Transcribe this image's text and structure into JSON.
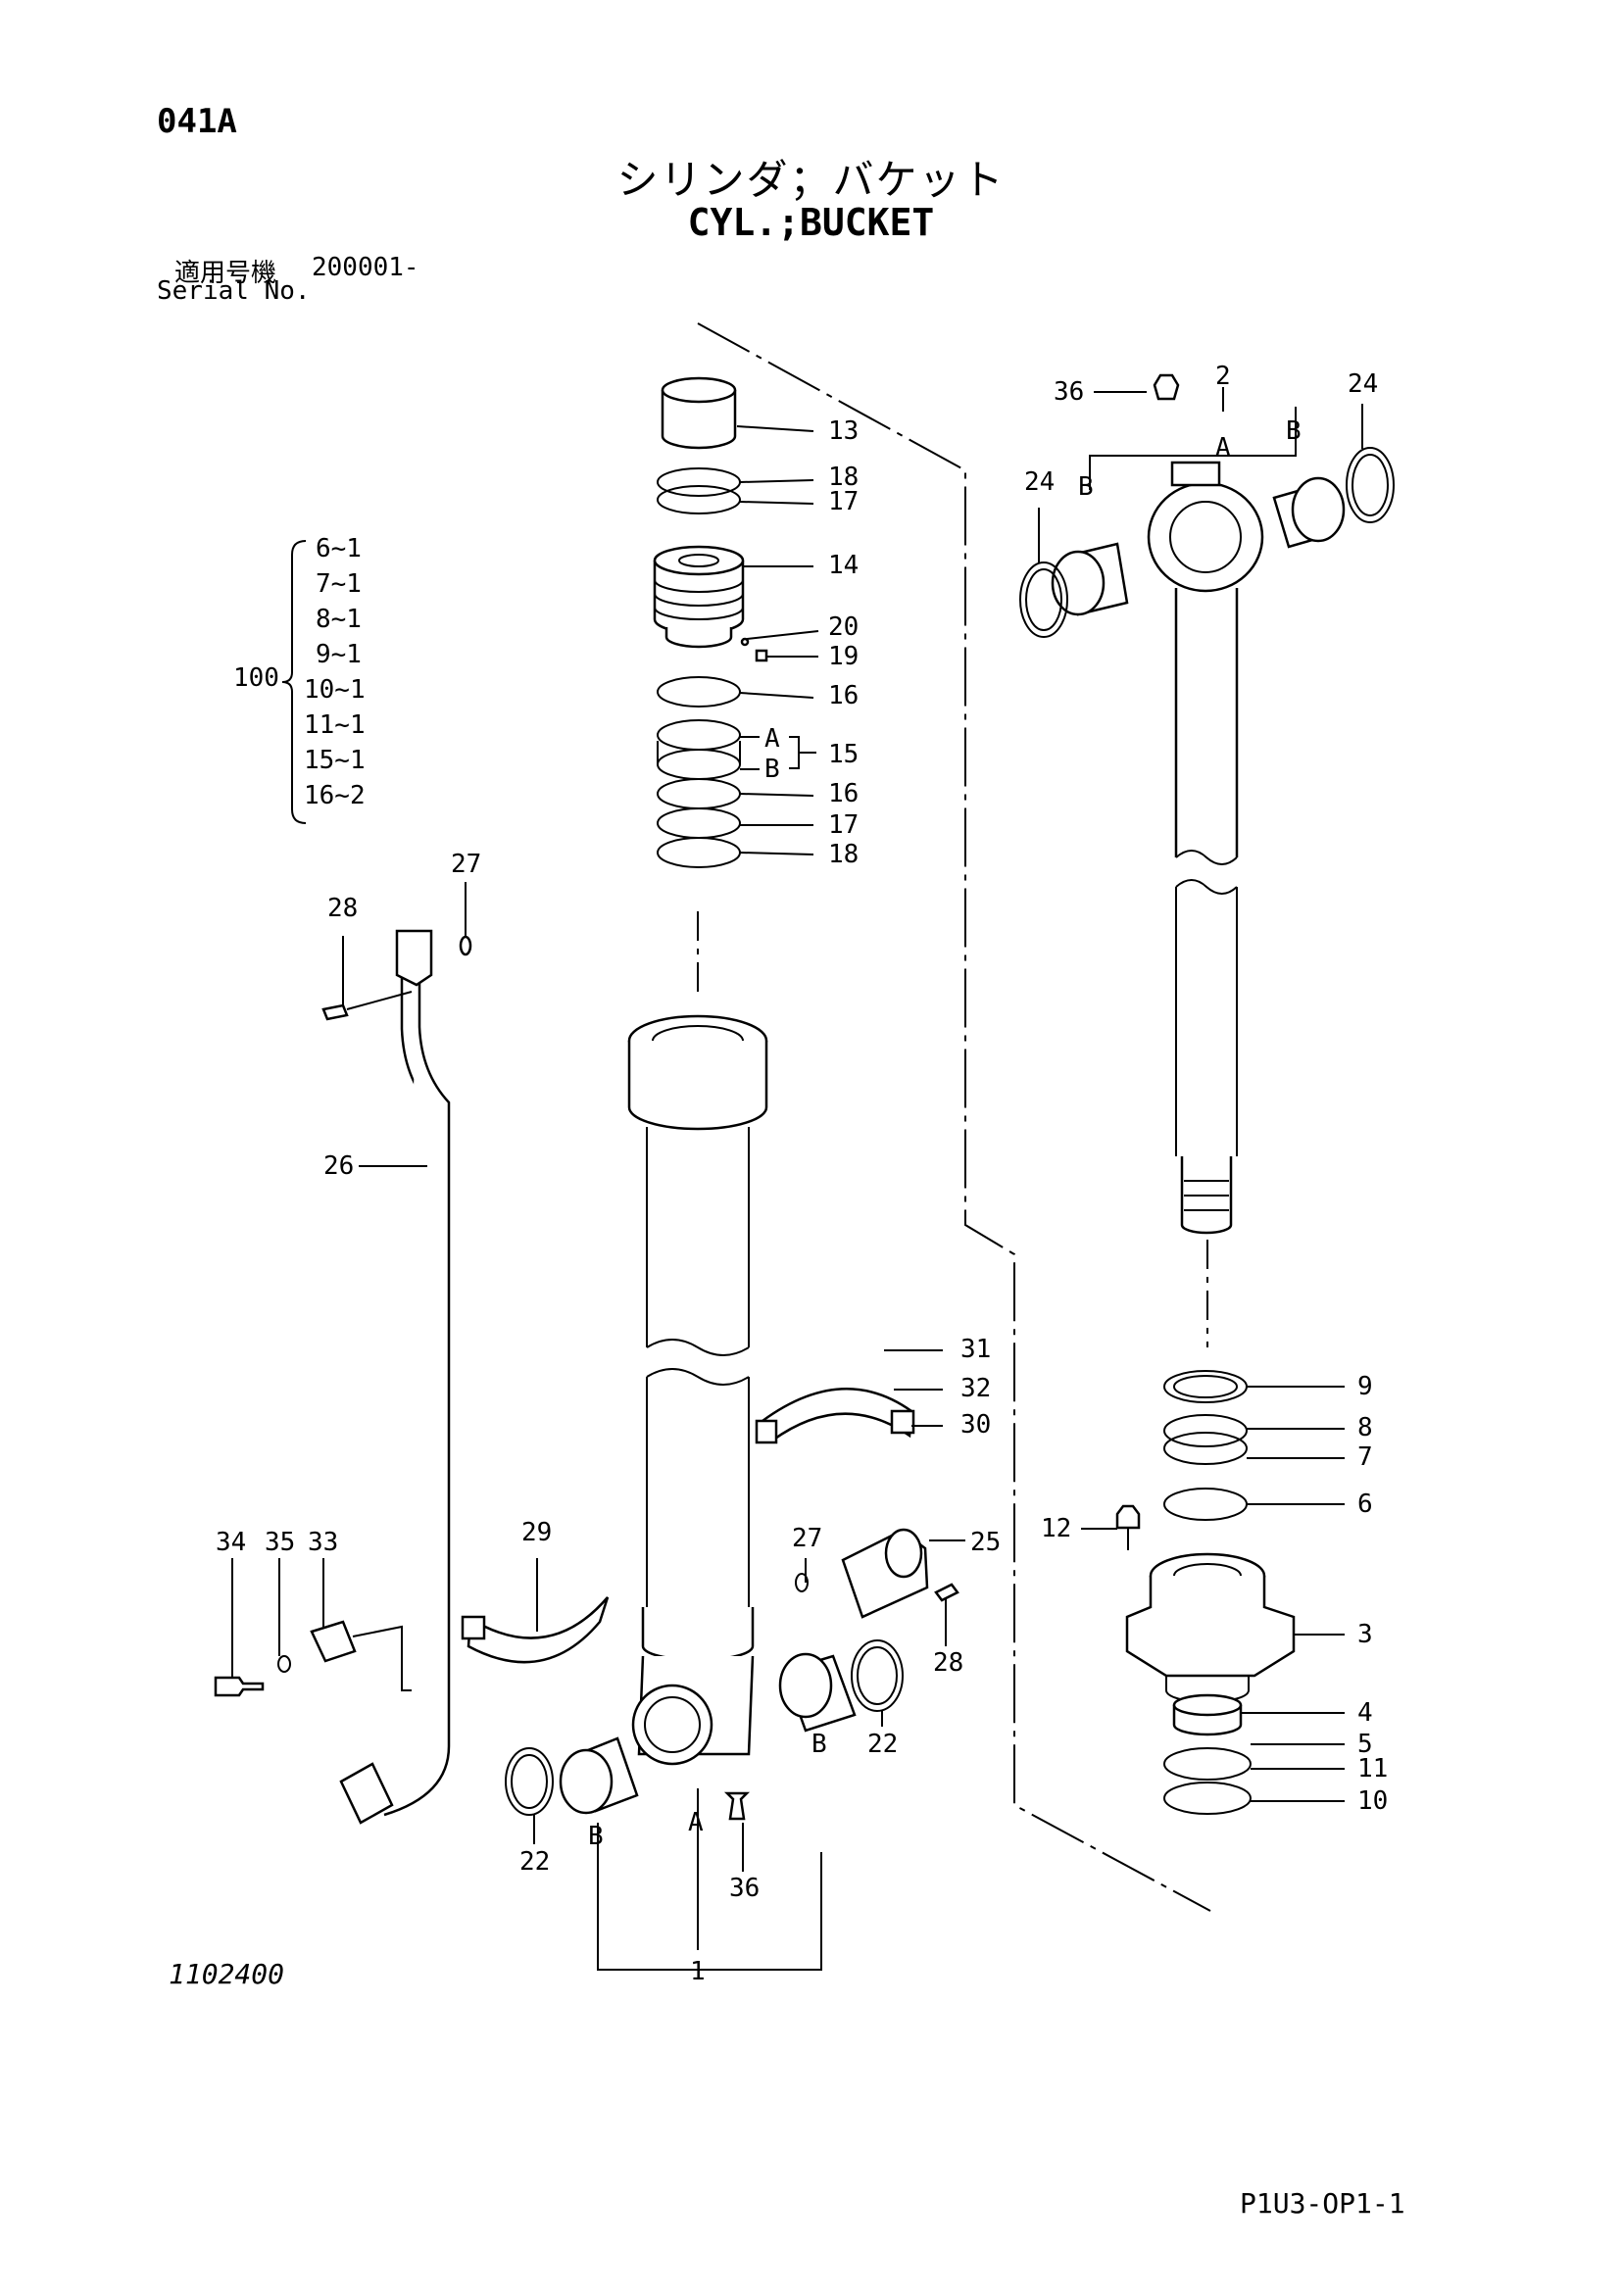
{
  "header": {
    "page_code": "041A",
    "title_jp": "シリンダ；バケット",
    "title_en": "CYL.;BUCKET",
    "serial_label_jp": "適用号機",
    "serial_value": "200001-",
    "serial_label_en": "Serial No."
  },
  "footer": {
    "drawing_number": "1102400",
    "sheet_code": "P1U3-OP1-1"
  },
  "kit": {
    "number": "100",
    "items": [
      "6~1",
      "7~1",
      "8~1",
      "9~1",
      "10~1",
      "11~1",
      "15~1",
      "16~2"
    ]
  },
  "callouts": {
    "c13": "13",
    "c18a": "18",
    "c17a": "17",
    "c14": "14",
    "c20": "20",
    "c19": "19",
    "c16a": "16",
    "c15": "15",
    "c15a": "A",
    "c15b": "B",
    "c16b": "16",
    "c17b": "17",
    "c18b": "18",
    "c36a": "36",
    "c2": "2",
    "c2a": "A",
    "c2b": "B",
    "c24a": "24",
    "c24b": "24",
    "c2b2": "B",
    "c27a": "27",
    "c28a": "28",
    "c26": "26",
    "c31": "31",
    "c32": "32",
    "c30": "30",
    "c9": "9",
    "c8": "8",
    "c7": "7",
    "c6": "6",
    "c12": "12",
    "c3": "3",
    "c4": "4",
    "c5": "5",
    "c11": "11",
    "c10": "10",
    "c34": "34",
    "c35": "35",
    "c33": "33",
    "c29": "29",
    "c27b": "27",
    "c25": "25",
    "c28b": "28",
    "c22a": "22",
    "c22b": "22",
    "c1b1": "B",
    "c1b2": "B",
    "c1a": "A",
    "c36b": "36",
    "c1": "1"
  }
}
